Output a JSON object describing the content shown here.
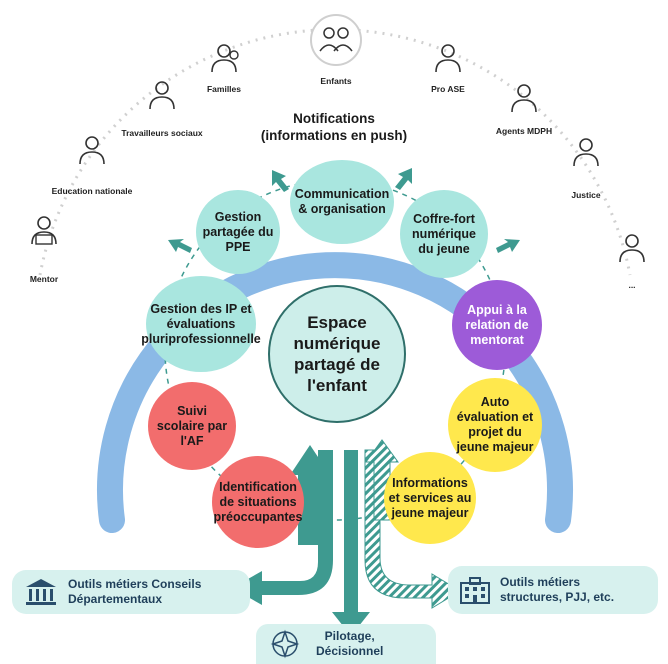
{
  "colors": {
    "arc": "#8bb9e6",
    "teal": "#a9e6df",
    "red": "#f26d6d",
    "yellow": "#ffe84d",
    "purple": "#9d5bd8",
    "arrow": "#3e9a90",
    "dots": "#d0d0d0"
  },
  "actors": [
    {
      "label": "Mentor",
      "icon": "person-laptop-icon"
    },
    {
      "label": "Education nationale",
      "icon": "teacher-icon"
    },
    {
      "label": "Travailleurs sociaux",
      "icon": "social-worker-icon"
    },
    {
      "label": "Familles",
      "icon": "family-icon"
    },
    {
      "label": "Enfants",
      "icon": "children-icon"
    },
    {
      "label": "Pro ASE",
      "icon": "professional-icon"
    },
    {
      "label": "Agents MDPH",
      "icon": "agent-icon"
    },
    {
      "label": "Justice",
      "icon": "judge-icon"
    },
    {
      "label": "...",
      "icon": "person-icon"
    }
  ],
  "notifications": {
    "line1": "Notifications",
    "line2": "(informations en push)"
  },
  "center": {
    "line1": "Espace",
    "line2": "numérique",
    "line3": "partagé de",
    "line4": "l'enfant"
  },
  "modules": [
    {
      "label": "Communication & organisation",
      "color": "teal"
    },
    {
      "label": "Gestion partagée du PPE",
      "color": "teal"
    },
    {
      "label": "Coffre-fort numérique du jeune",
      "color": "teal"
    },
    {
      "label": "Gestion des IP et évaluations pluriprofessionnelle",
      "color": "teal"
    },
    {
      "label": "Appui à la relation de mentorat",
      "color": "purple"
    },
    {
      "label": "Suivi scolaire par l'AF",
      "color": "red"
    },
    {
      "label": "Auto évaluation et projet du jeune majeur",
      "color": "yellow"
    },
    {
      "label": "Identification de situations préoccupantes",
      "color": "red"
    },
    {
      "label": "Informations et services au jeune majeur",
      "color": "yellow"
    }
  ],
  "outputs": {
    "left": {
      "label": "Outils métiers Conseils\nDépartementaux",
      "icon": "building-columns-icon"
    },
    "right": {
      "label": "Outils métiers\nstructures, PJJ, etc.",
      "icon": "office-building-icon"
    },
    "bottom": {
      "label": "Pilotage,\nDécisionnel",
      "icon": "star-compass-icon"
    }
  }
}
